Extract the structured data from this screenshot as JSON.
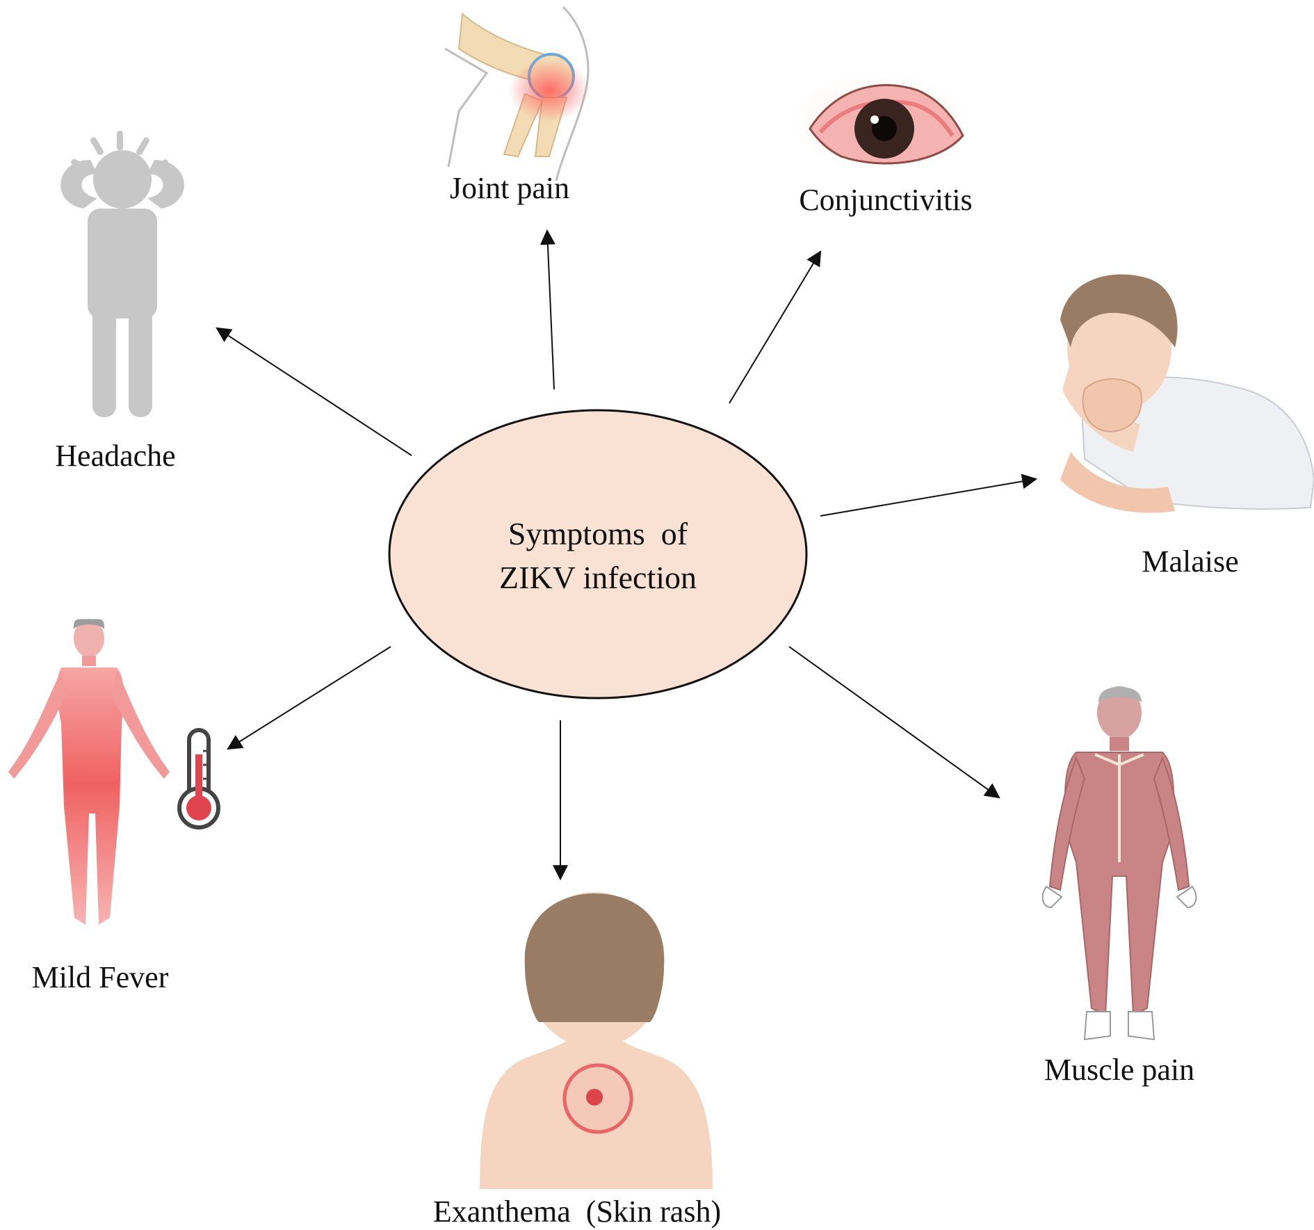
{
  "center": {
    "line1": "Symptoms  of",
    "line2": "ZIKV infection"
  },
  "symptoms": {
    "headache": "Headache",
    "joint_pain": "Joint pain",
    "conjunctivitis": "Conjunctivitis",
    "malaise": "Malaise",
    "mild_fever": "Mild Fever",
    "exanthema": "Exanthema  (Skin rash)",
    "muscle_pain": "Muscle pain"
  },
  "colors": {
    "center_fill": "#f9e2d3",
    "headache_figure": "#c7c7c7",
    "fever_body": "#ef6b6b",
    "muscle_body": "#c98585",
    "skin": "#f5d5bf",
    "hair": "#9a7b64",
    "eye_red": "#e6646a"
  }
}
